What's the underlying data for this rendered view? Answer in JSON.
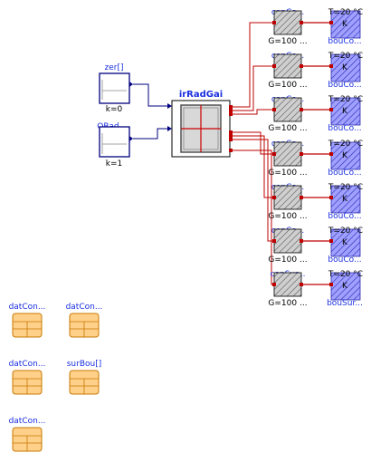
{
  "sources": [
    {
      "name": "zer[]",
      "param": "k=0"
    },
    {
      "name": "QRad_...",
      "param": "k=1"
    }
  ],
  "central": {
    "name": "irRadGai"
  },
  "conductors": [
    {
      "name": "conCo...",
      "param": "G=100 ..."
    },
    {
      "name": "conCo...",
      "param": "G=100 ..."
    },
    {
      "name": "conCo...",
      "param": "G=100 ..."
    },
    {
      "name": "conCo...",
      "param": "G=100 ..."
    },
    {
      "name": "conCo...",
      "param": "G=100 ..."
    },
    {
      "name": "conCo...",
      "param": "G=100 ..."
    },
    {
      "name": "conSur...",
      "param": "G=100 ..."
    }
  ],
  "boundaries": [
    {
      "name": "bouCo...",
      "param": "T=20 °C",
      "unit": "K"
    },
    {
      "name": "bouCo...",
      "param": "T=20 °C",
      "unit": "K"
    },
    {
      "name": "bouCo...",
      "param": "T=20 °C",
      "unit": "K"
    },
    {
      "name": "bouCo...",
      "param": "T=20 °C",
      "unit": "K"
    },
    {
      "name": "bouCo...",
      "param": "T=20 °C",
      "unit": "K"
    },
    {
      "name": "bouCo...",
      "param": "T=20 °C",
      "unit": "K"
    },
    {
      "name": "bouSur...",
      "param": "T=20 °C",
      "unit": "K"
    }
  ],
  "records": [
    {
      "name": "datCon..."
    },
    {
      "name": "datCon..."
    },
    {
      "name": "datCon..."
    },
    {
      "name": "surBou[]"
    },
    {
      "name": "datCon..."
    }
  ],
  "colors": {
    "signal": "#00007f",
    "heat": "#bf0000",
    "label": "#1a2fe0",
    "record_fill": "#ffd08a",
    "record_stroke": "#c77800",
    "boundary_fill": "#9fa0ff"
  }
}
